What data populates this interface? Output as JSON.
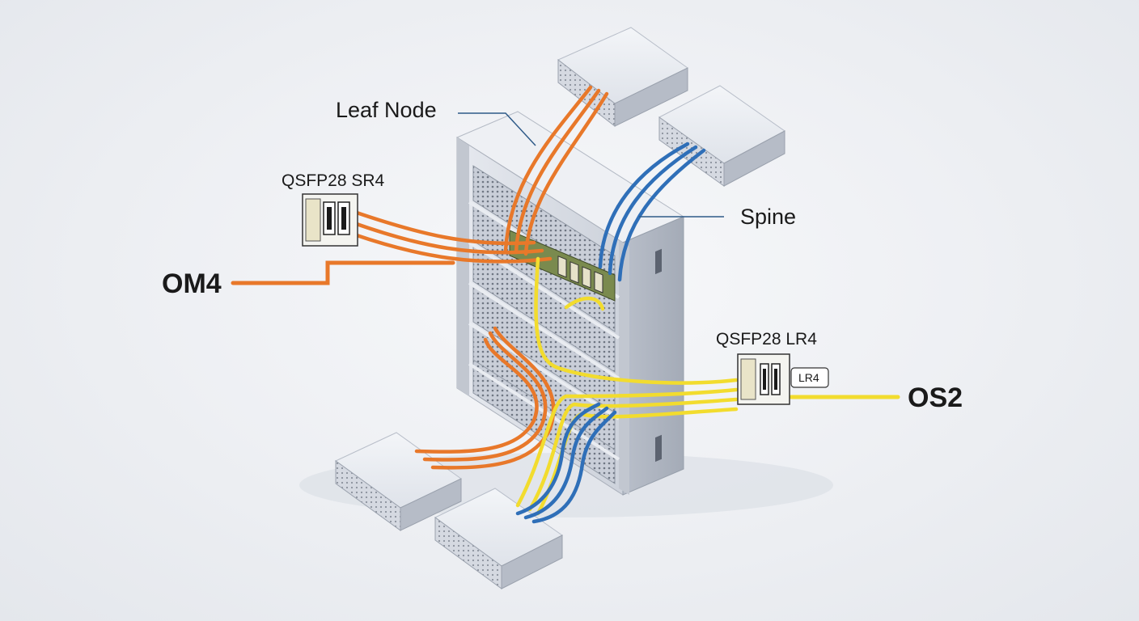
{
  "labels": {
    "leaf_node": "Leaf Node",
    "spine": "Spine",
    "sr4_module": "QSFP28 SR4",
    "lr4_module": "QSFP28 LR4",
    "lr4_tag": "LR4",
    "om4": "OM4",
    "os2": "OS2"
  },
  "colors": {
    "om4_fiber": "#e8782a",
    "os2_fiber": "#f2dc2e",
    "spine_fiber": "#2f6fb8",
    "rack": "#d7dce4",
    "leader_line": "#2e5a88"
  }
}
